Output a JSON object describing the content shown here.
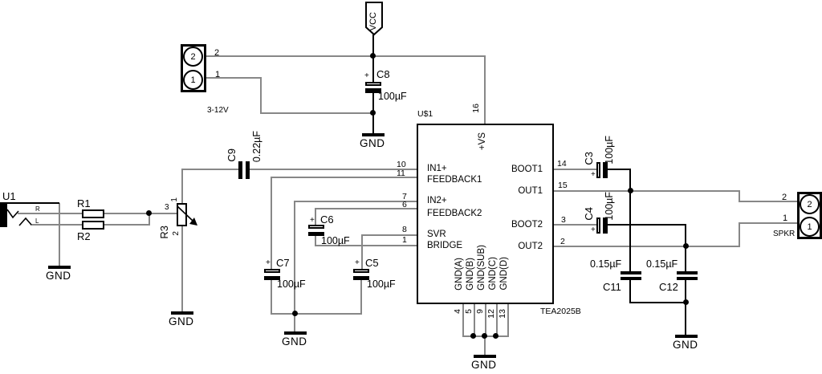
{
  "labels": {
    "gnd": "GND",
    "vcc": "VCC",
    "plus": "+"
  },
  "power_input": {
    "pin2": "2",
    "pin1": "1",
    "range": "3-12V"
  },
  "jack": {
    "ref": "U1",
    "right_channel": "R",
    "left_channel": "L"
  },
  "resistors": {
    "r1": "R1",
    "r2": "R2"
  },
  "pot": {
    "ref": "R3",
    "pin1": "1",
    "pin2": "2",
    "pin3": "3"
  },
  "caps": {
    "c3": {
      "ref": "C3",
      "value": "100µF"
    },
    "c4": {
      "ref": "C4",
      "value": "100µF"
    },
    "c5": {
      "ref": "C5",
      "value": "100µF"
    },
    "c6": {
      "ref": "C6",
      "value": "100µF"
    },
    "c7": {
      "ref": "C7",
      "value": "100µF"
    },
    "c8": {
      "ref": "C8",
      "value": "100µF"
    },
    "c9": {
      "ref": "C9",
      "value": "0.22µF"
    },
    "c11": {
      "ref": "C11",
      "value": "0.15µF"
    },
    "c12": {
      "ref": "C12",
      "value": "0.15µF"
    }
  },
  "ic": {
    "ref": "U$1",
    "part": "TEA2025B",
    "top_pin": {
      "num": "16",
      "name": "+VS"
    },
    "left_pins": [
      {
        "num": "10",
        "name": "IN1+"
      },
      {
        "num": "11",
        "name": "FEEDBACK1"
      },
      {
        "num": "7",
        "name": "IN2+"
      },
      {
        "num": "6",
        "name": "FEEDBACK2"
      },
      {
        "num": "8",
        "name": "SVR"
      },
      {
        "num": "1",
        "name": "BRIDGE"
      }
    ],
    "right_pins": [
      {
        "num": "14",
        "name": "BOOT1"
      },
      {
        "num": "15",
        "name": "OUT1"
      },
      {
        "num": "3",
        "name": "BOOT2"
      },
      {
        "num": "2",
        "name": "OUT2"
      }
    ],
    "bottom_pins": [
      {
        "num": "4",
        "name": "GND(A)"
      },
      {
        "num": "5",
        "name": "GND(B)"
      },
      {
        "num": "9",
        "name": "GND(SUB)"
      },
      {
        "num": "12",
        "name": "GND(C)"
      },
      {
        "num": "13",
        "name": "GND(D)"
      }
    ]
  },
  "speaker": {
    "ref": "SPKR",
    "pin2": "2",
    "pin1": "1"
  }
}
